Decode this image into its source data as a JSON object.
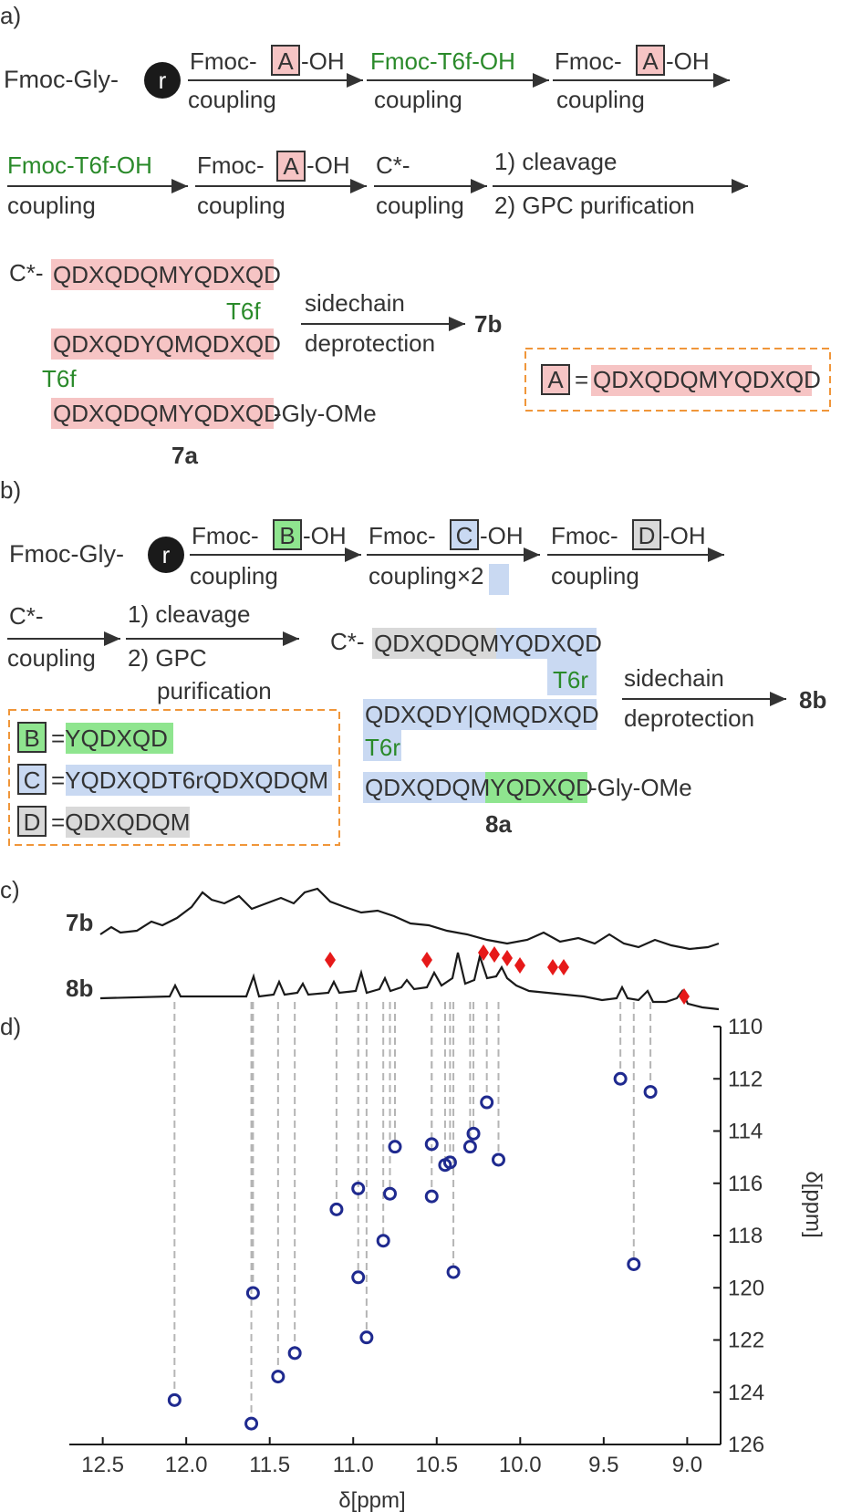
{
  "panels": {
    "a": "a)",
    "b": "b)",
    "c": "c)",
    "d": "d)"
  },
  "panel_a": {
    "start": "Fmoc-Gly-",
    "resin": "r",
    "step1_top_pre": "Fmoc-",
    "step1_box": "A",
    "step1_top_post": "-OH",
    "step1_bottom": "coupling",
    "step2_top": "Fmoc-T6f-OH",
    "step2_bottom": "coupling",
    "step3_top_pre": "Fmoc-",
    "step3_box": "A",
    "step3_top_post": "-OH",
    "step3_bottom": "coupling",
    "step4_top": "Fmoc-T6f-OH",
    "step4_bottom": "coupling",
    "step5_top_pre": "Fmoc-",
    "step5_box": "A",
    "step5_top_post": "-OH",
    "step5_bottom": "coupling",
    "step6_top": "C*-",
    "step6_bottom": "coupling",
    "step7_top": "1) cleavage",
    "step7_bottom": "2) GPC purification",
    "chain1_prefix": "C*-",
    "chain_seq1": "QDXQDQMYQDXQD",
    "linker1": "T6f",
    "chain_seq2": "QDXQDYQMQDXQD",
    "linker2": "T6f",
    "chain_seq3": "QDXQDQMYQDXQD",
    "chain3_suffix": "-Gly-OMe",
    "compound_a": "7a",
    "arrow_top": "sidechain",
    "arrow_bottom": "deprotection",
    "compound_b": "7b",
    "legend_box": "A",
    "legend_eq": "=",
    "legend_seq": "QDXQDQMYQDXQD"
  },
  "panel_b": {
    "start": "Fmoc-Gly-",
    "resin": "r",
    "step1_top_pre": "Fmoc-",
    "step1_box": "B",
    "step1_top_post": "-OH",
    "step1_bottom": "coupling",
    "step2_top_pre": "Fmoc-",
    "step2_box": "C",
    "step2_top_post": "-OH",
    "step2_bottom": "coupling×2",
    "step3_top_pre": "Fmoc-",
    "step3_box": "D",
    "step3_top_post": "-OH",
    "step3_bottom": "coupling",
    "step4_top": "C*-",
    "step4_bottom": "coupling",
    "step5_top": "1) cleavage",
    "step5_bottom1": "2) GPC",
    "step5_bottom2": "purification",
    "legend_B_box": "B",
    "legend_B_seq": "=YQDXQD",
    "legend_C_box": "C",
    "legend_C_seq": "=YQDXQDT6rQDXQDQM",
    "legend_D_box": "D",
    "legend_D_seq": "=QDXQDQM",
    "chain1_prefix": "C*-",
    "chain_seq1": "QDXQDQMYQDXQD",
    "linker1": "T6r",
    "chain_seq2": "QDXQDY|QMQDXQD",
    "linker2": "T6r",
    "chain_seq3": "QDXQDQMYQDXQD",
    "chain3_suffix": "-Gly-OMe",
    "compound_a": "8a",
    "arrow_top": "sidechain",
    "arrow_bottom": "deprotection",
    "compound_b": "8b"
  },
  "panel_c": {
    "trace1": "7b",
    "trace2": "8b"
  },
  "panel_d": {
    "xlabel": "δ[ppm]",
    "ylabel": "δ[ppm]",
    "x_ticks": [
      "12.5",
      "12.0",
      "11.5",
      "11.0",
      "10.5",
      "10.0",
      "9.5",
      "9.0"
    ],
    "y_ticks": [
      "110",
      "112",
      "114",
      "116",
      "118",
      "120",
      "122",
      "124",
      "126"
    ]
  },
  "colors": {
    "red_box": "#f6c4c4",
    "blue_box": "#c9d9f2",
    "green_box": "#8fe58f",
    "gray_box": "#d9d9d9",
    "green_text": "#2a8a2a",
    "blue_letter": "#1a2fb0",
    "red_letter": "#c01f4a",
    "orange_dash": "#f0963a",
    "peak_color": "#1f2a8f",
    "marker_color": "#e61919"
  },
  "chart_data": {
    "type": "scatter",
    "xlabel": "δ[ppm]",
    "ylabel": "δ[ppm]",
    "xlim": [
      12.7,
      8.8
    ],
    "ylim": [
      110,
      126
    ],
    "points": [
      {
        "x": 12.07,
        "y": 124.3
      },
      {
        "x": 11.61,
        "y": 125.2
      },
      {
        "x": 11.6,
        "y": 120.2
      },
      {
        "x": 11.45,
        "y": 123.4
      },
      {
        "x": 11.35,
        "y": 122.5
      },
      {
        "x": 11.1,
        "y": 117.0
      },
      {
        "x": 10.97,
        "y": 116.2
      },
      {
        "x": 10.97,
        "y": 119.6
      },
      {
        "x": 10.92,
        "y": 121.9
      },
      {
        "x": 10.82,
        "y": 118.2
      },
      {
        "x": 10.78,
        "y": 116.4
      },
      {
        "x": 10.75,
        "y": 114.6
      },
      {
        "x": 10.53,
        "y": 114.5
      },
      {
        "x": 10.53,
        "y": 116.5
      },
      {
        "x": 10.45,
        "y": 115.3
      },
      {
        "x": 10.42,
        "y": 115.2
      },
      {
        "x": 10.4,
        "y": 119.4
      },
      {
        "x": 10.3,
        "y": 114.6
      },
      {
        "x": 10.28,
        "y": 114.1
      },
      {
        "x": 10.2,
        "y": 112.9
      },
      {
        "x": 10.13,
        "y": 115.1
      },
      {
        "x": 9.4,
        "y": 112.0
      },
      {
        "x": 9.32,
        "y": 119.1
      },
      {
        "x": 9.22,
        "y": 112.5
      }
    ]
  }
}
